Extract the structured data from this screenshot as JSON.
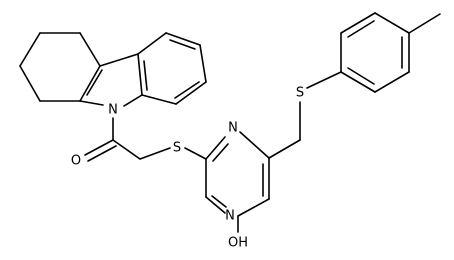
{
  "molecule": {
    "atoms": {
      "N_carbazole": "N",
      "O_carbonyl": "O",
      "S_thioether": "S",
      "N_pyrimidine_top": "N",
      "N_pyrimidine_bottom": "N",
      "OH_group": "OH",
      "S_benzylic": "S"
    }
  }
}
